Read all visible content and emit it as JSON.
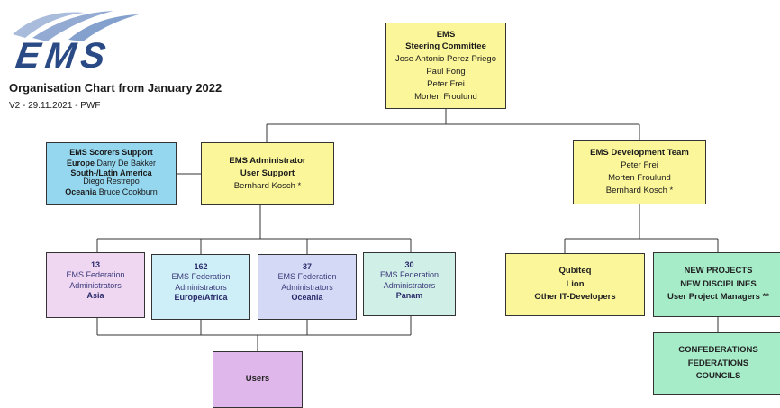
{
  "logo": {
    "text": "EMS"
  },
  "header": {
    "title": "Organisation Chart from January 2022",
    "subtitle": "V2 - 29.11.2021 - PWF"
  },
  "steering": {
    "line1": "EMS",
    "line2": "Steering Committee",
    "members": [
      "Jose Antonio Perez Priego",
      "Paul Fong",
      "Peter Frei",
      "Morten Froulund"
    ]
  },
  "scorers": {
    "title": "EMS Scorers Support",
    "europe_label": "Europe",
    "europe_name": "Dany De Bakker",
    "latam_label": "South-/Latin America",
    "latam_name": "Diego Restrepo",
    "oceania_label": "Oceania",
    "oceania_name": "Bruce Cookburn"
  },
  "admin": {
    "line1": "EMS Administrator",
    "line2": "User Support",
    "name": "Bernhard Kosch *"
  },
  "devteam": {
    "title": "EMS Development Team",
    "members": [
      "Peter Frei",
      "Morten Froulund",
      "Bernhard Kosch *"
    ]
  },
  "federations": [
    {
      "count": "13",
      "line1": "EMS Federation",
      "line2": "Administrators",
      "region": "Asia"
    },
    {
      "count": "162",
      "line1": "EMS Federation",
      "line2": "Administrators",
      "region": "Europe/Africa"
    },
    {
      "count": "37",
      "line1": "EMS Federation",
      "line2": "Administrators",
      "region": "Oceania"
    },
    {
      "count": "30",
      "line1": "EMS Federation",
      "line2": "Administrators",
      "region": "Panam"
    }
  ],
  "qubiteq": {
    "lines": [
      "Qubiteq",
      "Lion",
      "Other IT-Developers"
    ]
  },
  "newprojects": {
    "lines": [
      "NEW PROJECTS",
      "NEW DISCIPLINES",
      "User Project Managers **"
    ]
  },
  "users": {
    "label": "Users"
  },
  "confederations": {
    "lines": [
      "CONFEDERATIONS",
      "FEDERATIONS",
      "COUNCILS"
    ]
  },
  "colors": {
    "yellow": "#fbf69a",
    "blue": "#95d7ef",
    "pink": "#efd6f1",
    "light_blue": "#cfeff8",
    "lavender": "#d4daf6",
    "mint": "#d0efe6",
    "green": "#a6ecc9",
    "purple": "#dfb7ea"
  }
}
